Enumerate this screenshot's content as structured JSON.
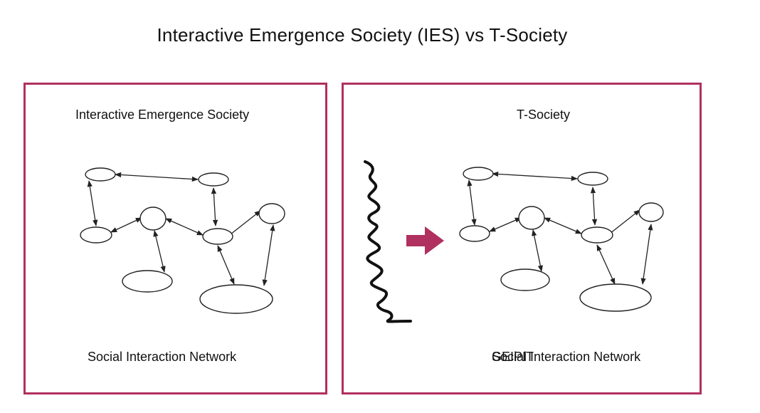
{
  "title": "Interactive Emergence Society (IES) vs T-Society",
  "left_panel": {
    "title": "Interactive Emergence Society",
    "caption": "Social Interaction Network"
  },
  "right_panel": {
    "title": "T-Society",
    "caption": "Social Interaction Network",
    "wave_label": "GEIPIT"
  },
  "colors": {
    "panel_border": "#b0305f",
    "arrow": "#b0305f",
    "ink": "#222222"
  },
  "icons": {
    "transform_arrow": "right-arrow-icon",
    "wave": "squiggle-line"
  }
}
